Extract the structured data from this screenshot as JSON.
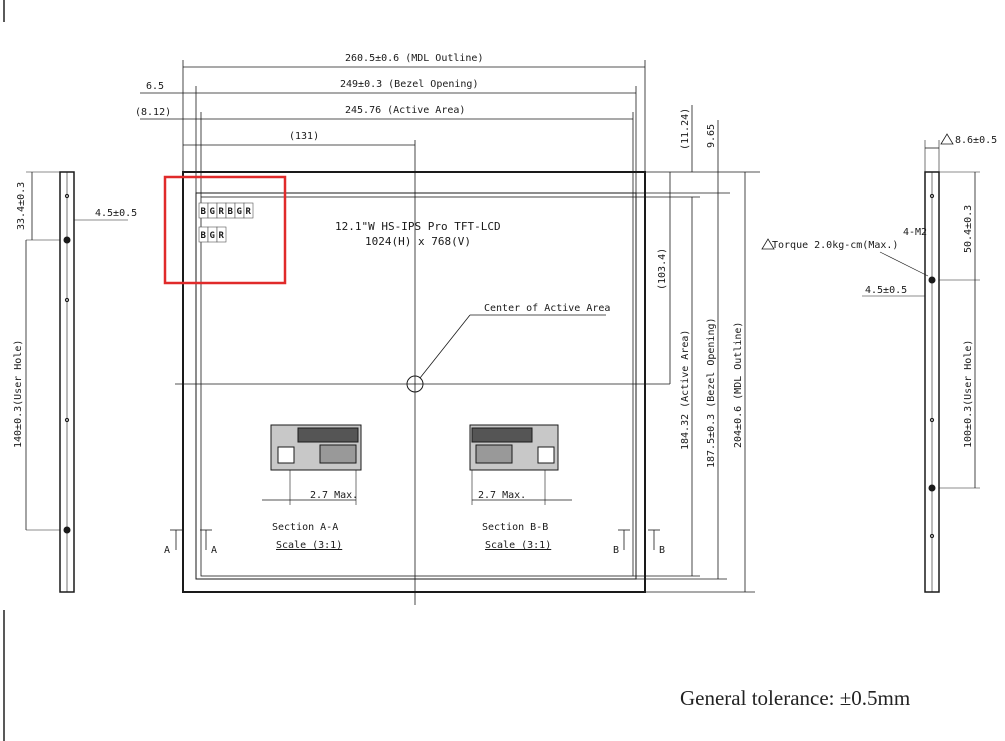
{
  "drawing": {
    "top_dims": {
      "mdl_outline": "260.5±0.6 (MDL Outline)",
      "bezel_opening": "249±0.3 (Bezel Opening)",
      "active_area": "245.76 (Active Area)",
      "half_active": "(131)",
      "left_offset_1": "6.5",
      "left_offset_2": "(8.12)"
    },
    "right_dims": {
      "top_offset_1": "(11.24)",
      "top_offset_2": "9.65",
      "half_vertical": "(103.4)",
      "active_area": "184.32 (Active Area)",
      "bezel_opening": "187.5±0.3 (Bezel Opening)",
      "mdl_outline": "204±0.6 (MDL Outline)"
    },
    "panel": {
      "title": "12.1\"W HS-IPS Pro TFT-LCD",
      "resolution": "1024(H) x 768(V)",
      "center_label": "Center of Active Area",
      "pixel_row_1": [
        "B",
        "G",
        "R",
        "B",
        "G",
        "R"
      ],
      "pixel_row_2": [
        "B",
        "G",
        "R"
      ],
      "pixel_colors": {
        "B": "#2a5bd7",
        "G": "#2f9e3f",
        "R": "#d0302a",
        "highlight": "#e02a2a"
      }
    },
    "sections": {
      "a": {
        "max": "2.7 Max.",
        "title": "Section A-A",
        "scale": "Scale (3:1)"
      },
      "b": {
        "max": "2.7 Max.",
        "title": "Section B-B",
        "scale": "Scale (3:1)"
      }
    },
    "section_markers": {
      "a": "A",
      "b": "B"
    },
    "left_side": {
      "top_dim": "33.4±0.3",
      "hole_offset": "4.5±0.5",
      "user_hole": "140±0.3(User Hole)"
    },
    "right_side": {
      "thickness": "8.6±0.5",
      "screw": "4-M2",
      "torque": "Torque 2.0kg-cm(Max.)",
      "hole_offset": "4.5±0.5",
      "top_dim": "50.4±0.3",
      "user_hole": "100±0.3(User Hole)"
    },
    "tolerance_note": "General tolerance: ±0.5mm"
  }
}
